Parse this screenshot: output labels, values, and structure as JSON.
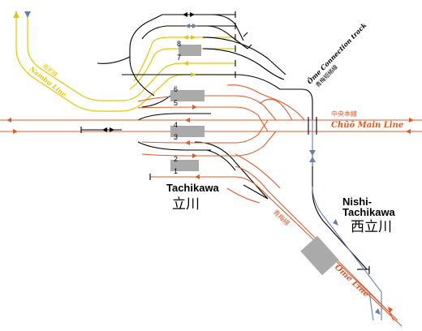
{
  "stations": {
    "tachikawa": {
      "name": "Tachikawa",
      "kanji": "立川"
    },
    "nishi_tachikawa": {
      "name_line1": "Nishi-",
      "name_line2": "Tachikawa",
      "kanji": "西立川"
    }
  },
  "lines": {
    "chuo": {
      "name": "Chūō Main Line",
      "kanji": "中央本線",
      "color": "#e05a28"
    },
    "ome": {
      "name": "Ōme Line",
      "kanji": "青梅線",
      "color": "#e05a28"
    },
    "nambu": {
      "name": "Nambu Line",
      "kanji": "南武線",
      "color": "#e6c800"
    },
    "ome_connection": {
      "name": "Ōme Connection track",
      "kanji": "青梅短絡線",
      "color": "#000000"
    }
  },
  "platform_numbers": [
    "1",
    "2",
    "3",
    "4",
    "5",
    "6",
    "7",
    "8"
  ],
  "colors": {
    "track_black": "#000000",
    "track_orange": "#e05a28",
    "track_yellow": "#e6c800",
    "track_blue": "#6a7fa8",
    "platform": "#aaaaaa"
  }
}
